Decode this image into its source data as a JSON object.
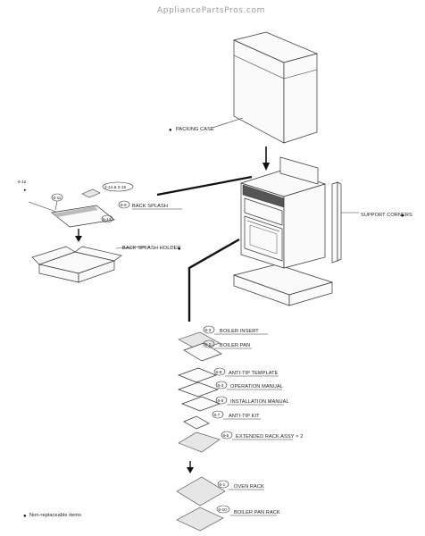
{
  "watermark": "AppliancePartsPros.com",
  "labels": {
    "packing_case": "PACKING CASE",
    "support_corners": "SUPPORT CORNERS",
    "back_splash": "BACK SPLASH",
    "back_splash_holder": "BACK SPLASH HOLDER",
    "boiler_insert": "BOILER INSERT",
    "boiler_pan": "BOILER PAN",
    "anti_tip_template": "ANTI-TIP TEMPLATE",
    "operation_manual": "OPERATION MANUAL",
    "installation_manual": "INSTALLATION MANUAL",
    "anti_tip_kit": "ANTI-TIP KIT",
    "extended_rack_assy": "EXTENDED RACK ASSY  × 2",
    "oven_rack": "OVEN RACK",
    "boiler_pan_rack": "BOILER PAN RACK",
    "legend": "Non-replaceable items"
  },
  "part_numbers": {
    "n612": "6-12",
    "n611": "6-11",
    "n214": "2-14 & 2-15",
    "n69": "6-9",
    "n613": "6-13",
    "n63": "6-3",
    "n62": "6-2",
    "n68": "6-8",
    "n64": "6-4",
    "n65": "6-5",
    "n67": "6-7",
    "n66": "6-6",
    "n61": "6-1",
    "n610": "6-10"
  }
}
